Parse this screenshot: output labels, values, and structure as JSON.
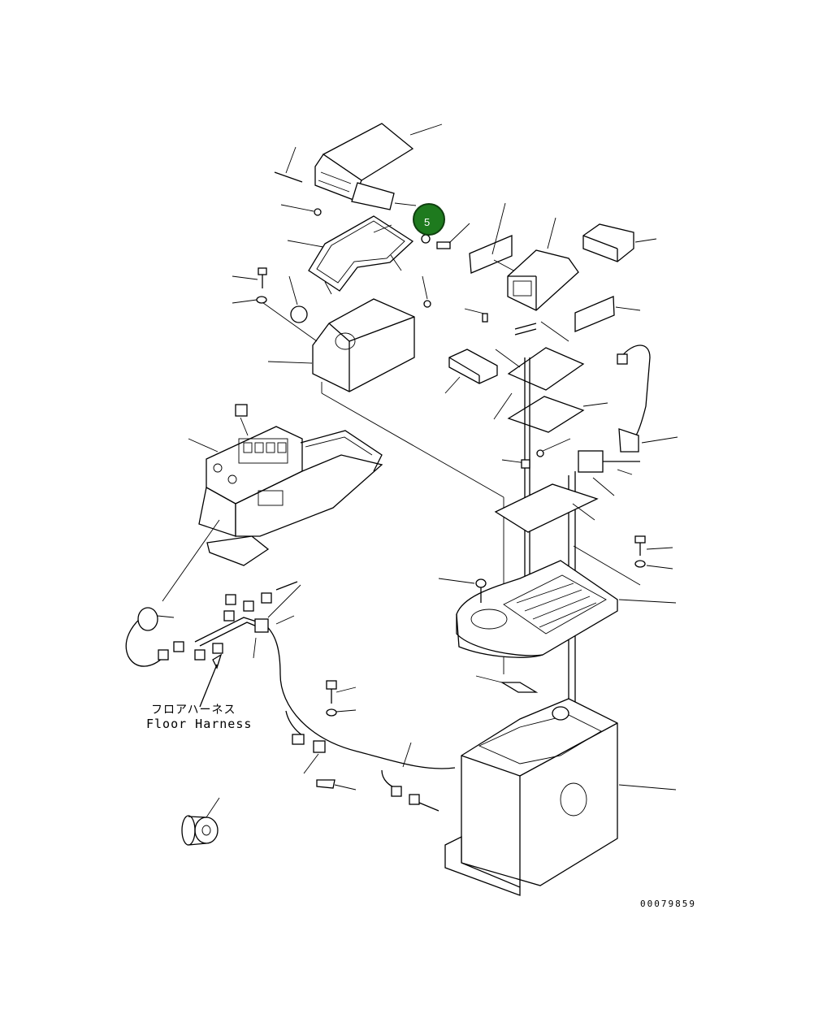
{
  "callout": {
    "number": "5",
    "fill_color": "#1e7a1e",
    "ring_color": "#0f3f0f",
    "text_color": "#ffffff"
  },
  "labels": {
    "harness_jp": "フロアハーネス",
    "harness_en": "Floor Harness"
  },
  "drawing_number": "00079859",
  "line_color": "#000000"
}
